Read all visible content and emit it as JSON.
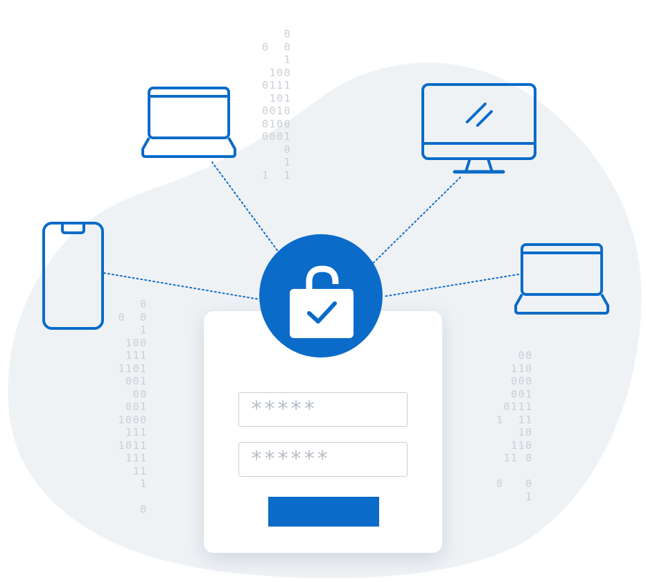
{
  "colors": {
    "accent": "#0a6bc9",
    "blob": "#eff2f5",
    "binary_text": "#c9cfd6",
    "field_border": "#c9cfd6",
    "card_background": "#ffffff"
  },
  "binary": {
    "top": "   0\n0  0\n   1\n 100\n0111\n 101\n0010\n0100\n0001\n  0\n   1\n1  1",
    "left": "   0\n0  0\n   1\n 100\n  111\n1101\n001\n   00\n  001\n1000\n 111\n1011\n 111\n  11\n   1\n\n    0",
    "right": "   00\n  110\n000\n001\n0111\n1  11\n  10\n110\n11 0\n\n0   0\n1"
  },
  "devices": {
    "top_left": {
      "icon": "laptop-icon"
    },
    "top_right": {
      "icon": "desktop-monitor-icon"
    },
    "left": {
      "icon": "smartphone-icon"
    },
    "right": {
      "icon": "laptop-icon"
    }
  },
  "hub": {
    "icon": "unlocked-padlock-check-icon"
  },
  "login": {
    "password_field_1": "*****",
    "password_field_2": "******",
    "submit_label": ""
  }
}
